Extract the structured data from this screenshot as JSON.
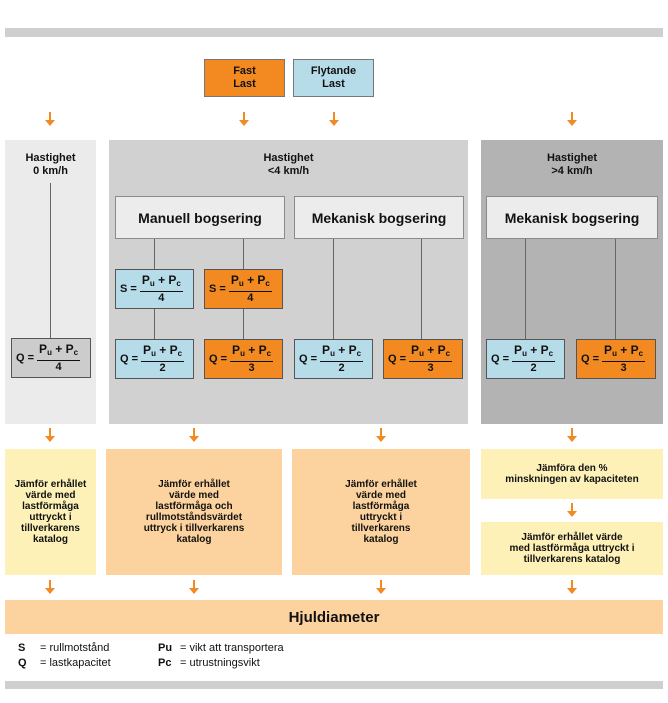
{
  "loads": {
    "fast": "Fast\nLast",
    "flytande": "Flytande\nLast"
  },
  "speeds": {
    "s0": "Hastighet\n0 km/h",
    "s_lt4": "Hastighet\n<4 km/h",
    "s_gt4": "Hastighet\n>4 km/h"
  },
  "methods": {
    "manuell": "Manuell bogsering",
    "mekanisk_lt4": "Mekanisk bogsering",
    "mekanisk_gt4": "Mekanisk bogsering"
  },
  "formula_parts": {
    "S": "S =",
    "Q": "Q =",
    "num_html": "P<sub>u</sub> + P<sub>c</sub>"
  },
  "formulas": {
    "q0": {
      "lhs": "Q =",
      "den": "4"
    },
    "s_man_blue": {
      "lhs": "S =",
      "den": "4"
    },
    "s_man_orange": {
      "lhs": "S =",
      "den": "4"
    },
    "q_man_blue": {
      "lhs": "Q =",
      "den": "2"
    },
    "q_man_orange": {
      "lhs": "Q =",
      "den": "3"
    },
    "q_mek_blue": {
      "lhs": "Q =",
      "den": "2"
    },
    "q_mek_orange": {
      "lhs": "Q =",
      "den": "3"
    },
    "q_gt4_blue": {
      "lhs": "Q =",
      "den": "2"
    },
    "q_gt4_orange": {
      "lhs": "Q =",
      "den": "3"
    }
  },
  "notes": {
    "n0": "Jämför erhållet\nvärde med\nlastförmåga\nuttryckt i\ntillverkarens\nkatalog",
    "n_man": "Jämför erhållet\nvärde med\nlastförmåga och\nrullmotståndsvärdet\nuttryck i tillverkarens\nkatalog",
    "n_mek": "Jämför erhållet\nvärde med\nlastförmåga\nuttryckt i\ntillverkarens\nkatalog",
    "n_gt4_a": "Jämföra den %\nminskningen av kapaciteten",
    "n_gt4_b": "Jämför erhållet värde\nmed lastförmåga uttryckt i\ntillverkarens katalog"
  },
  "result": "Hjuldiameter",
  "legend": [
    {
      "key": "S",
      "text": "= rullmotstånd"
    },
    {
      "key": "Q",
      "text": "= lastkapacitet"
    },
    {
      "key": "Pu",
      "text": "= vikt att transportera"
    },
    {
      "key": "Pc",
      "text": "= utrustningsvikt"
    }
  ],
  "colors": {
    "orange": "#f28a21",
    "blue": "#b6dbe9",
    "peach": "#fcd39e",
    "yellow": "#fdf1b8",
    "panel_light": "#ebebeb",
    "panel_mid": "#d1d1d1",
    "panel_dark": "#b3b3b4"
  }
}
